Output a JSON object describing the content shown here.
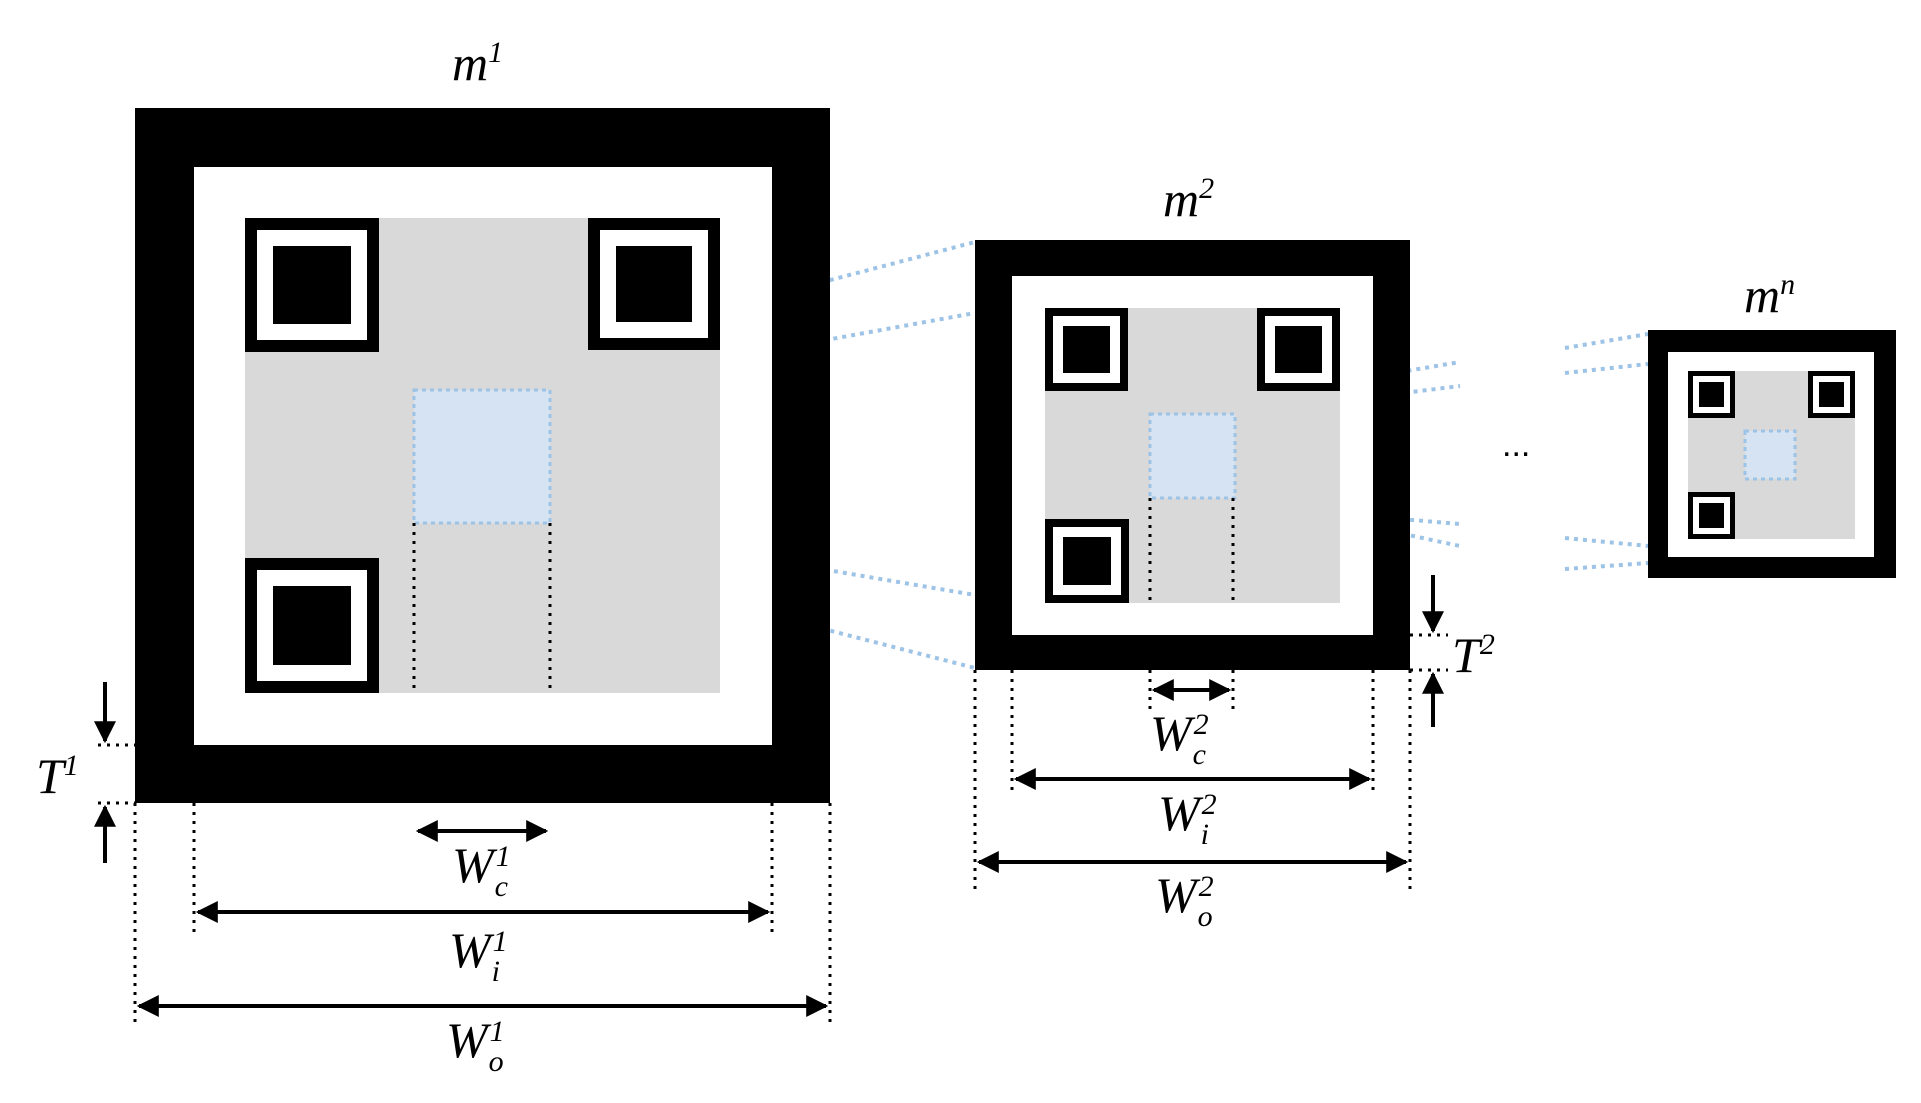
{
  "markers": [
    {
      "name": "m",
      "index": "1",
      "dims": {
        "Wo": {
          "base": "W",
          "sub": "o",
          "sup": "1"
        },
        "Wi": {
          "base": "W",
          "sub": "i",
          "sup": "1"
        },
        "Wc": {
          "base": "W",
          "sub": "c",
          "sup": "1"
        },
        "T": {
          "base": "T",
          "sup": "1"
        }
      }
    },
    {
      "name": "m",
      "index": "2",
      "dims": {
        "Wo": {
          "base": "W",
          "sub": "o",
          "sup": "2"
        },
        "Wi": {
          "base": "W",
          "sub": "i",
          "sup": "2"
        },
        "Wc": {
          "base": "W",
          "sub": "c",
          "sup": "2"
        },
        "T": {
          "base": "T",
          "sup": "2"
        }
      }
    },
    {
      "name": "m",
      "index": "n"
    }
  ],
  "ellipsis": "...",
  "colors": {
    "frame": "#000000",
    "code_area": "#d9d9d9",
    "center_patch": "#d6e3f3",
    "connector": "#9dc3e6"
  }
}
